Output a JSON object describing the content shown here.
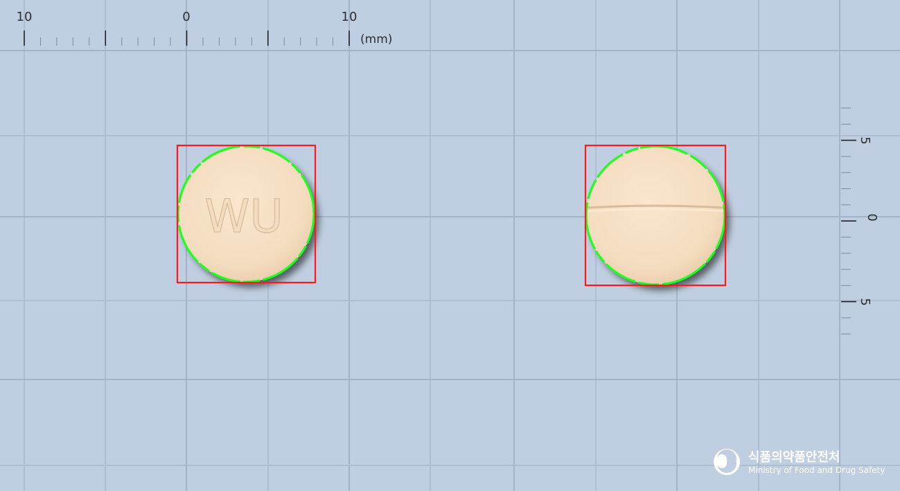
{
  "ruler_top": {
    "labels": [
      "10",
      "0",
      "10"
    ],
    "unit": "(mm)"
  },
  "ruler_right": {
    "labels": [
      "5",
      "0",
      "5"
    ]
  },
  "tablets": [
    {
      "side": "front",
      "imprint": "WU",
      "color": "#f7dfc3"
    },
    {
      "side": "back",
      "imprint": "",
      "score_line": true,
      "color": "#f7dfc3"
    }
  ],
  "logo": {
    "korean": "식품의약품안전처",
    "english": "Ministry of Food and Drug Safety",
    "icon": "mfds-emblem-icon"
  },
  "colors": {
    "background": "#bfcee0",
    "grid": "#a9b8cb",
    "bounding_box": "#ff1a1a",
    "contour": "#1dff1d"
  }
}
